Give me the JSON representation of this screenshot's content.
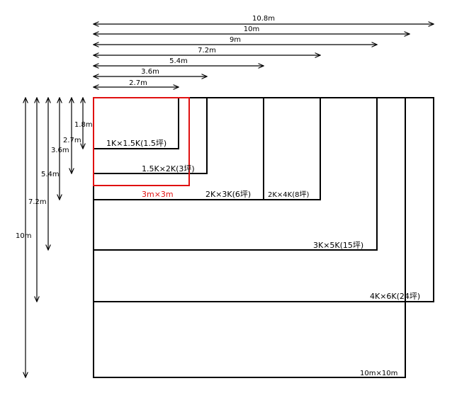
{
  "horizontal_dims": [
    "10.8m",
    "10m",
    "9m",
    "7.2m",
    "5.4m",
    "3.6m",
    "2.7m"
  ],
  "vertical_dims": [
    "1.8m",
    "2.7m",
    "3.6m",
    "5.4m",
    "7.2m",
    "10m"
  ],
  "rooms": [
    "1K×1.5K(1.5坪)",
    "1.5K×2K(3坪)",
    "2K×3K(6坪)",
    "2K×4K(8坪)",
    "3K×5K(15坪)",
    "4K×6K(24坪)",
    "10m×10m"
  ],
  "highlight": {
    "label": "3m×3m",
    "color": "#e01010"
  }
}
